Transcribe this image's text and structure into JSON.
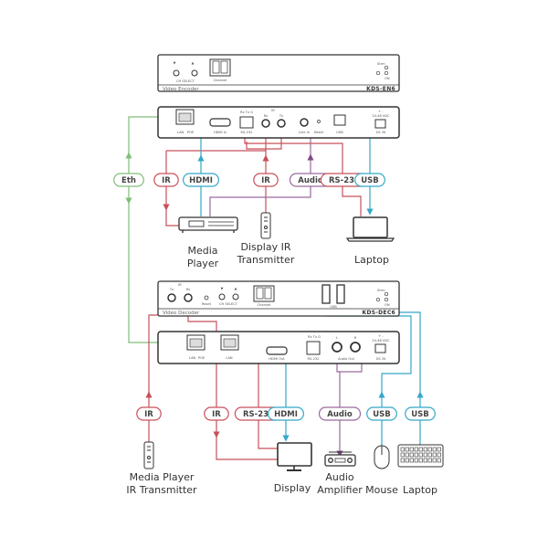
{
  "colors": {
    "ethernet": "#7fbf7b",
    "ir": "#c8505a",
    "hdmi": "#35a8c8",
    "audio": "#9a6a9e",
    "rs232": "#c8505a",
    "usb": "#35a8c8",
    "device": "#333333"
  },
  "encoder_front": {
    "model": "KDS-EN6",
    "name": "Video Encoder",
    "ch_select_label": "CH SELECT",
    "channel_label": "Channel",
    "stream_label": "Strm",
    "on_label": "ON",
    "down_arrow": "▼",
    "up_arrow": "▲"
  },
  "encoder_rear": {
    "lan_label": "LAN",
    "poe_label": "POE",
    "hdmi_in_label": "HDMI In",
    "rs232_label": "RS-232",
    "rs232_pins": "Rx Tx G",
    "ir_label": "IR",
    "ir_rx": "Rx",
    "ir_tx": "Tx",
    "line_in_label": "Line In",
    "reset_label": "Reset",
    "usb_label": "USB",
    "dc_label": "DC IN",
    "dc_spec": "24-48 VDC",
    "dc_pins": "+ -"
  },
  "decoder_front": {
    "model": "KDS-DEC6",
    "name": "Video Decoder",
    "ir_label": "IR",
    "ir_tx": "Tx",
    "ir_rx": "Rx",
    "reset_label": "Reset",
    "ch_select_label": "CH SELECT",
    "channel_label": "Channel",
    "usb_label": "USB",
    "stream_label": "Strm",
    "on_label": "ON",
    "down_arrow": "▼",
    "up_arrow": "▲"
  },
  "decoder_rear": {
    "lan_poe_label": "LAN",
    "poe_label": "POE",
    "lan_label": "LAN",
    "hdmi_out_label": "HDMI Out",
    "rs232_label": "RS-232",
    "rs232_pins": "Rx Tx G",
    "audio_out_label": "Audio Out",
    "audio_l": "L",
    "audio_r": "R",
    "dc_label": "DC IN",
    "dc_spec": "24-48 VDC",
    "dc_pins": "+ -"
  },
  "top_pills": [
    {
      "label": "Eth",
      "kind": "ethernet"
    },
    {
      "label": "IR",
      "kind": "ir"
    },
    {
      "label": "HDMI",
      "kind": "hdmi"
    },
    {
      "label": "IR",
      "kind": "ir"
    },
    {
      "label": "Audio",
      "kind": "audio"
    },
    {
      "label": "RS-232",
      "kind": "rs232"
    },
    {
      "label": "USB",
      "kind": "usb"
    }
  ],
  "bottom_pills": [
    {
      "label": "IR",
      "kind": "ir"
    },
    {
      "label": "IR",
      "kind": "ir"
    },
    {
      "label": "RS-232",
      "kind": "rs232"
    },
    {
      "label": "HDMI",
      "kind": "hdmi"
    },
    {
      "label": "Audio",
      "kind": "audio"
    },
    {
      "label": "USB",
      "kind": "usb"
    },
    {
      "label": "USB",
      "kind": "usb"
    }
  ],
  "devices": {
    "media_player": [
      "Media",
      "Player"
    ],
    "display_ir_tx": [
      "Display IR",
      "Transmitter"
    ],
    "laptop_top": [
      "Laptop"
    ],
    "media_player_ir_tx": [
      "Media Player",
      "IR Transmitter"
    ],
    "display": [
      "Display"
    ],
    "audio_amplifier": [
      "Audio",
      "Amplifier"
    ],
    "mouse": [
      "Mouse"
    ],
    "laptop_bottom": [
      "Laptop"
    ]
  }
}
